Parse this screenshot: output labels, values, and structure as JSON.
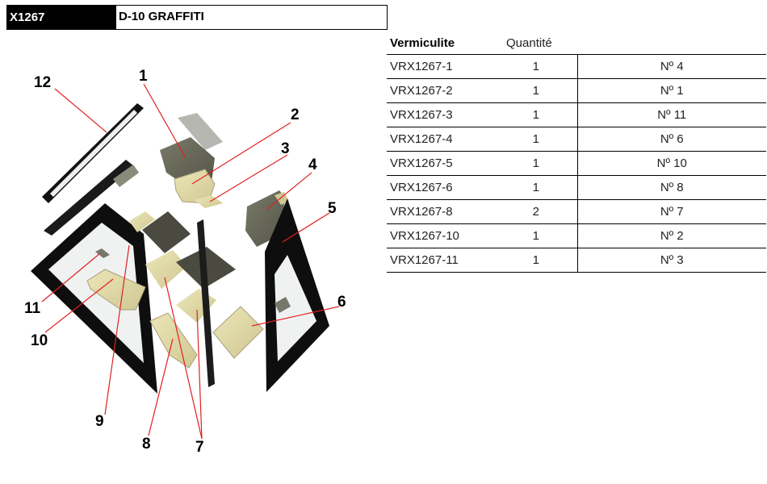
{
  "header": {
    "code": "X1267",
    "name": "D-10 GRAFFITI"
  },
  "table": {
    "col_ref": "Vermiculite",
    "col_qty": "Quantité",
    "rows": [
      {
        "ref": "VRX1267-1",
        "qty": "1",
        "pos": "Nº 4"
      },
      {
        "ref": "VRX1267-2",
        "qty": "1",
        "pos": "Nº 1"
      },
      {
        "ref": "VRX1267-3",
        "qty": "1",
        "pos": "Nº 11"
      },
      {
        "ref": "VRX1267-4",
        "qty": "1",
        "pos": "Nº 6"
      },
      {
        "ref": "VRX1267-5",
        "qty": "1",
        "pos": "Nº 10"
      },
      {
        "ref": "VRX1267-6",
        "qty": "1",
        "pos": "Nº 8"
      },
      {
        "ref": "VRX1267-8",
        "qty": "2",
        "pos": "Nº 7"
      },
      {
        "ref": "VRX1267-10",
        "qty": "1",
        "pos": "Nº 2"
      },
      {
        "ref": "VRX1267-11",
        "qty": "1",
        "pos": "Nº 3"
      }
    ]
  },
  "callouts": {
    "n1": "1",
    "n2": "2",
    "n3": "3",
    "n4": "4",
    "n5": "5",
    "n6": "6",
    "n7": "7",
    "n8": "8",
    "n9": "9",
    "n10": "10",
    "n11": "11",
    "n12": "12"
  },
  "colors": {
    "panel_dark": "#141414",
    "panel_frame": "#0c0c0c",
    "glass": "#f2f4f4",
    "vermiculite_light": "#ddd7a6",
    "vermiculite_grey": "#6a6a58",
    "leader": "#e02020"
  }
}
